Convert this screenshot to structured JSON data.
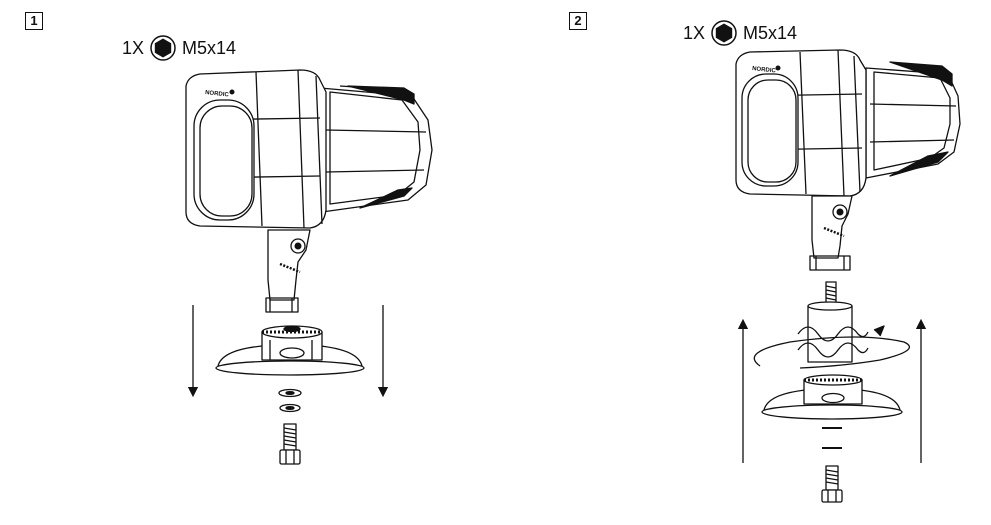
{
  "steps": [
    {
      "number": "1",
      "hardware": {
        "quantity": "1X",
        "icon": "hex-bolt-head-icon",
        "size": "M5x14"
      }
    },
    {
      "number": "2",
      "hardware": {
        "quantity": "1X",
        "icon": "hex-bolt-head-icon",
        "size": "M5x14"
      }
    }
  ],
  "product": {
    "brand_mark": "NORDIC"
  }
}
